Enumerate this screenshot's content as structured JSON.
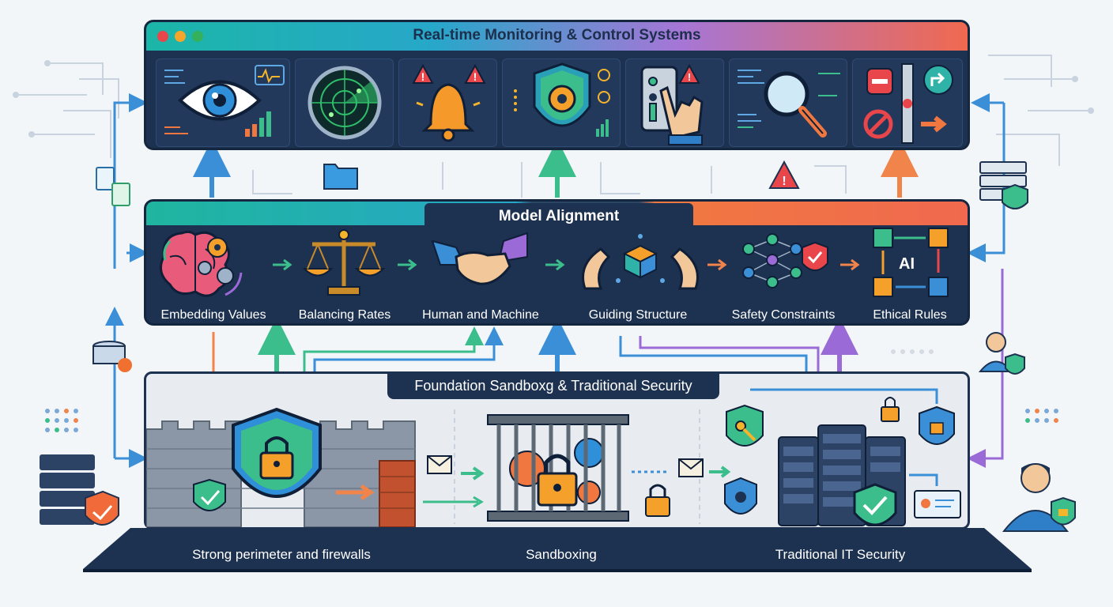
{
  "top_panel": {
    "title": "Real-time Monitoring & Control Systems",
    "window_dots": [
      "#e8464b",
      "#f4a62a",
      "#35b15b"
    ],
    "tiles": [
      {
        "icon": "eye-icon"
      },
      {
        "icon": "radar-icon"
      },
      {
        "icon": "alert-bell-icon"
      },
      {
        "icon": "shield-gear-icon"
      },
      {
        "icon": "hand-switch-icon"
      },
      {
        "icon": "magnifier-icon"
      },
      {
        "icon": "control-signs-icon"
      }
    ]
  },
  "middle_panel": {
    "title": "Model Alignment",
    "items": [
      {
        "label": "Embedding Values",
        "icon": "brain-gears-icon"
      },
      {
        "label": "Balancing Rates",
        "icon": "scales-icon"
      },
      {
        "label": "Human and Machine",
        "icon": "handshake-icon"
      },
      {
        "label": "Guiding Structure",
        "icon": "hands-cube-icon"
      },
      {
        "label": "Safety Constraints",
        "icon": "neural-network-shield-icon"
      },
      {
        "label": "Ethical Rules",
        "icon": "ai-flow-icon"
      }
    ],
    "ai_text": "AI"
  },
  "bottom_panel": {
    "title": "Foundation Sandboxg & Traditional Security",
    "sections": [
      {
        "label": "Strong perimeter and firewalls",
        "icon": "castle-wall-shield-icon"
      },
      {
        "label": "Sandboxing",
        "icon": "cage-lock-icon"
      },
      {
        "label": "Traditional IT Security",
        "icon": "server-rack-shield-icon"
      }
    ]
  },
  "colors": {
    "panel_dark": "#1d3150",
    "accent_teal": "#1fb59f",
    "accent_blue": "#2f8fd8",
    "accent_orange": "#f0694f",
    "accent_purple": "#9a6ad6",
    "accent_green": "#2fb36d"
  }
}
